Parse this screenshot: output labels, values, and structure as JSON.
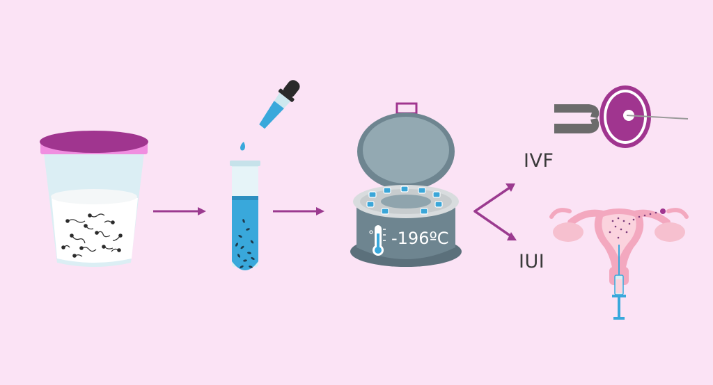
{
  "labels": {
    "ivf": "IVF",
    "iui": "IUI",
    "temperature": "-196ºC"
  },
  "colors": {
    "background": "#fbe3f5",
    "arrow": "#9b3a8f",
    "lid_magenta": "#a0358f",
    "tank_gray": "#6e8590",
    "liquid_blue": "#39a8db"
  }
}
